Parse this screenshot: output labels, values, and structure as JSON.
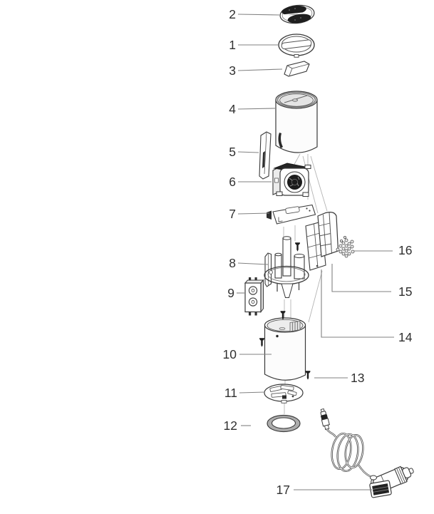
{
  "diagram": {
    "kind": "exploded-parts-diagram",
    "colors": {
      "background": "#ffffff",
      "ink": "#3a3a3a",
      "leader": "#828282",
      "label": "#303030",
      "dark_fill": "#1e1e1e",
      "shade_fill": "#e6e6e6",
      "ring_fill": "#adadad"
    }
  },
  "callouts": [
    {
      "text": "1"
    },
    {
      "text": "2"
    },
    {
      "text": "3"
    },
    {
      "text": "4"
    },
    {
      "text": "5"
    },
    {
      "text": "6"
    },
    {
      "text": "7"
    },
    {
      "text": "8"
    },
    {
      "text": "9"
    },
    {
      "text": "10"
    },
    {
      "text": "11"
    },
    {
      "text": "12"
    },
    {
      "text": "13"
    },
    {
      "text": "14"
    },
    {
      "text": "15"
    },
    {
      "text": "16"
    },
    {
      "text": "17"
    }
  ]
}
